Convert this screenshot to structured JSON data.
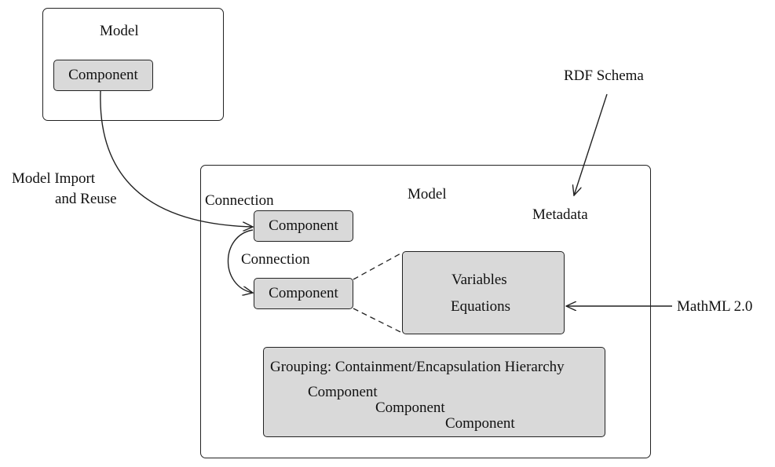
{
  "top_model": {
    "title": "Model",
    "component": "Component"
  },
  "import_label": {
    "line1": "Model Import",
    "line2": "and Reuse"
  },
  "rdf_schema": "RDF Schema",
  "main_model": {
    "title": "Model",
    "metadata": "Metadata",
    "connection_top": "Connection",
    "connection_mid": "Connection",
    "component_a": "Component",
    "component_b": "Component",
    "math_box": {
      "line1": "Variables",
      "line2": "Equations"
    },
    "grouping": {
      "title": "Grouping: Containment/Encapsulation Hierarchy",
      "items": [
        "Component",
        "Component",
        "Component"
      ]
    }
  },
  "mathml": "MathML 2.0"
}
